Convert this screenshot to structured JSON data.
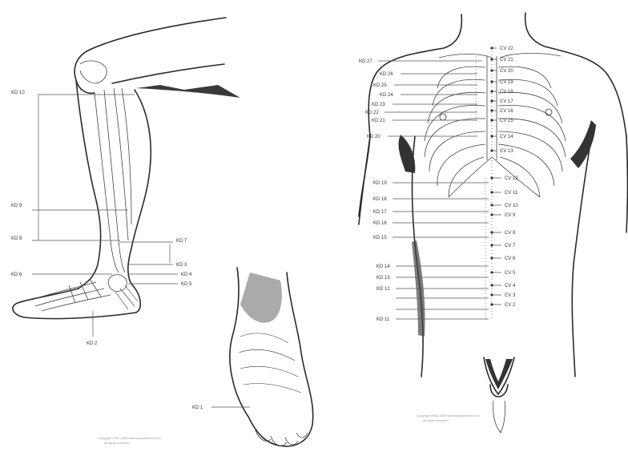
{
  "figures": {
    "leg": {
      "labels": [
        "KD 10",
        "KD 9",
        "KD 8",
        "KD 6",
        "KD 7",
        "KD 3",
        "KD 4",
        "KD 5",
        "KD 2"
      ],
      "caption_line1": "Copyright 2002-2006 www.acupuncture.com",
      "caption_line2": "all rights reserved"
    },
    "sole": {
      "labels": [
        "KD 1"
      ]
    },
    "torso": {
      "kd_labels": [
        "KD 27",
        "KD 26",
        "KD 25",
        "KD 24",
        "KD 23",
        "KD 22",
        "KD 21",
        "KD 20",
        "KD 19",
        "KD 18",
        "KD 17",
        "KD 16",
        "KD 15",
        "KD 14",
        "KD 13",
        "KD 12",
        "KD 11"
      ],
      "cv_labels": [
        "CV 22",
        "CV 21",
        "CV 20",
        "CV 19",
        "CV 18",
        "CV 17",
        "CV 16",
        "CV 15",
        "CV 14",
        "CV 13",
        "CV 12",
        "CV 11",
        "CV 10",
        "CV 9",
        "CV 8",
        "CV 7",
        "CV 6",
        "CV 5",
        "CV 4",
        "CV 3",
        "CV 2"
      ],
      "caption_line1": "Copyright 2002-2006 www.acupuncture.com",
      "caption_line2": "all rights reserved"
    }
  },
  "colors": {
    "ink": "#2a2a2a",
    "paper": "#ffffff"
  }
}
